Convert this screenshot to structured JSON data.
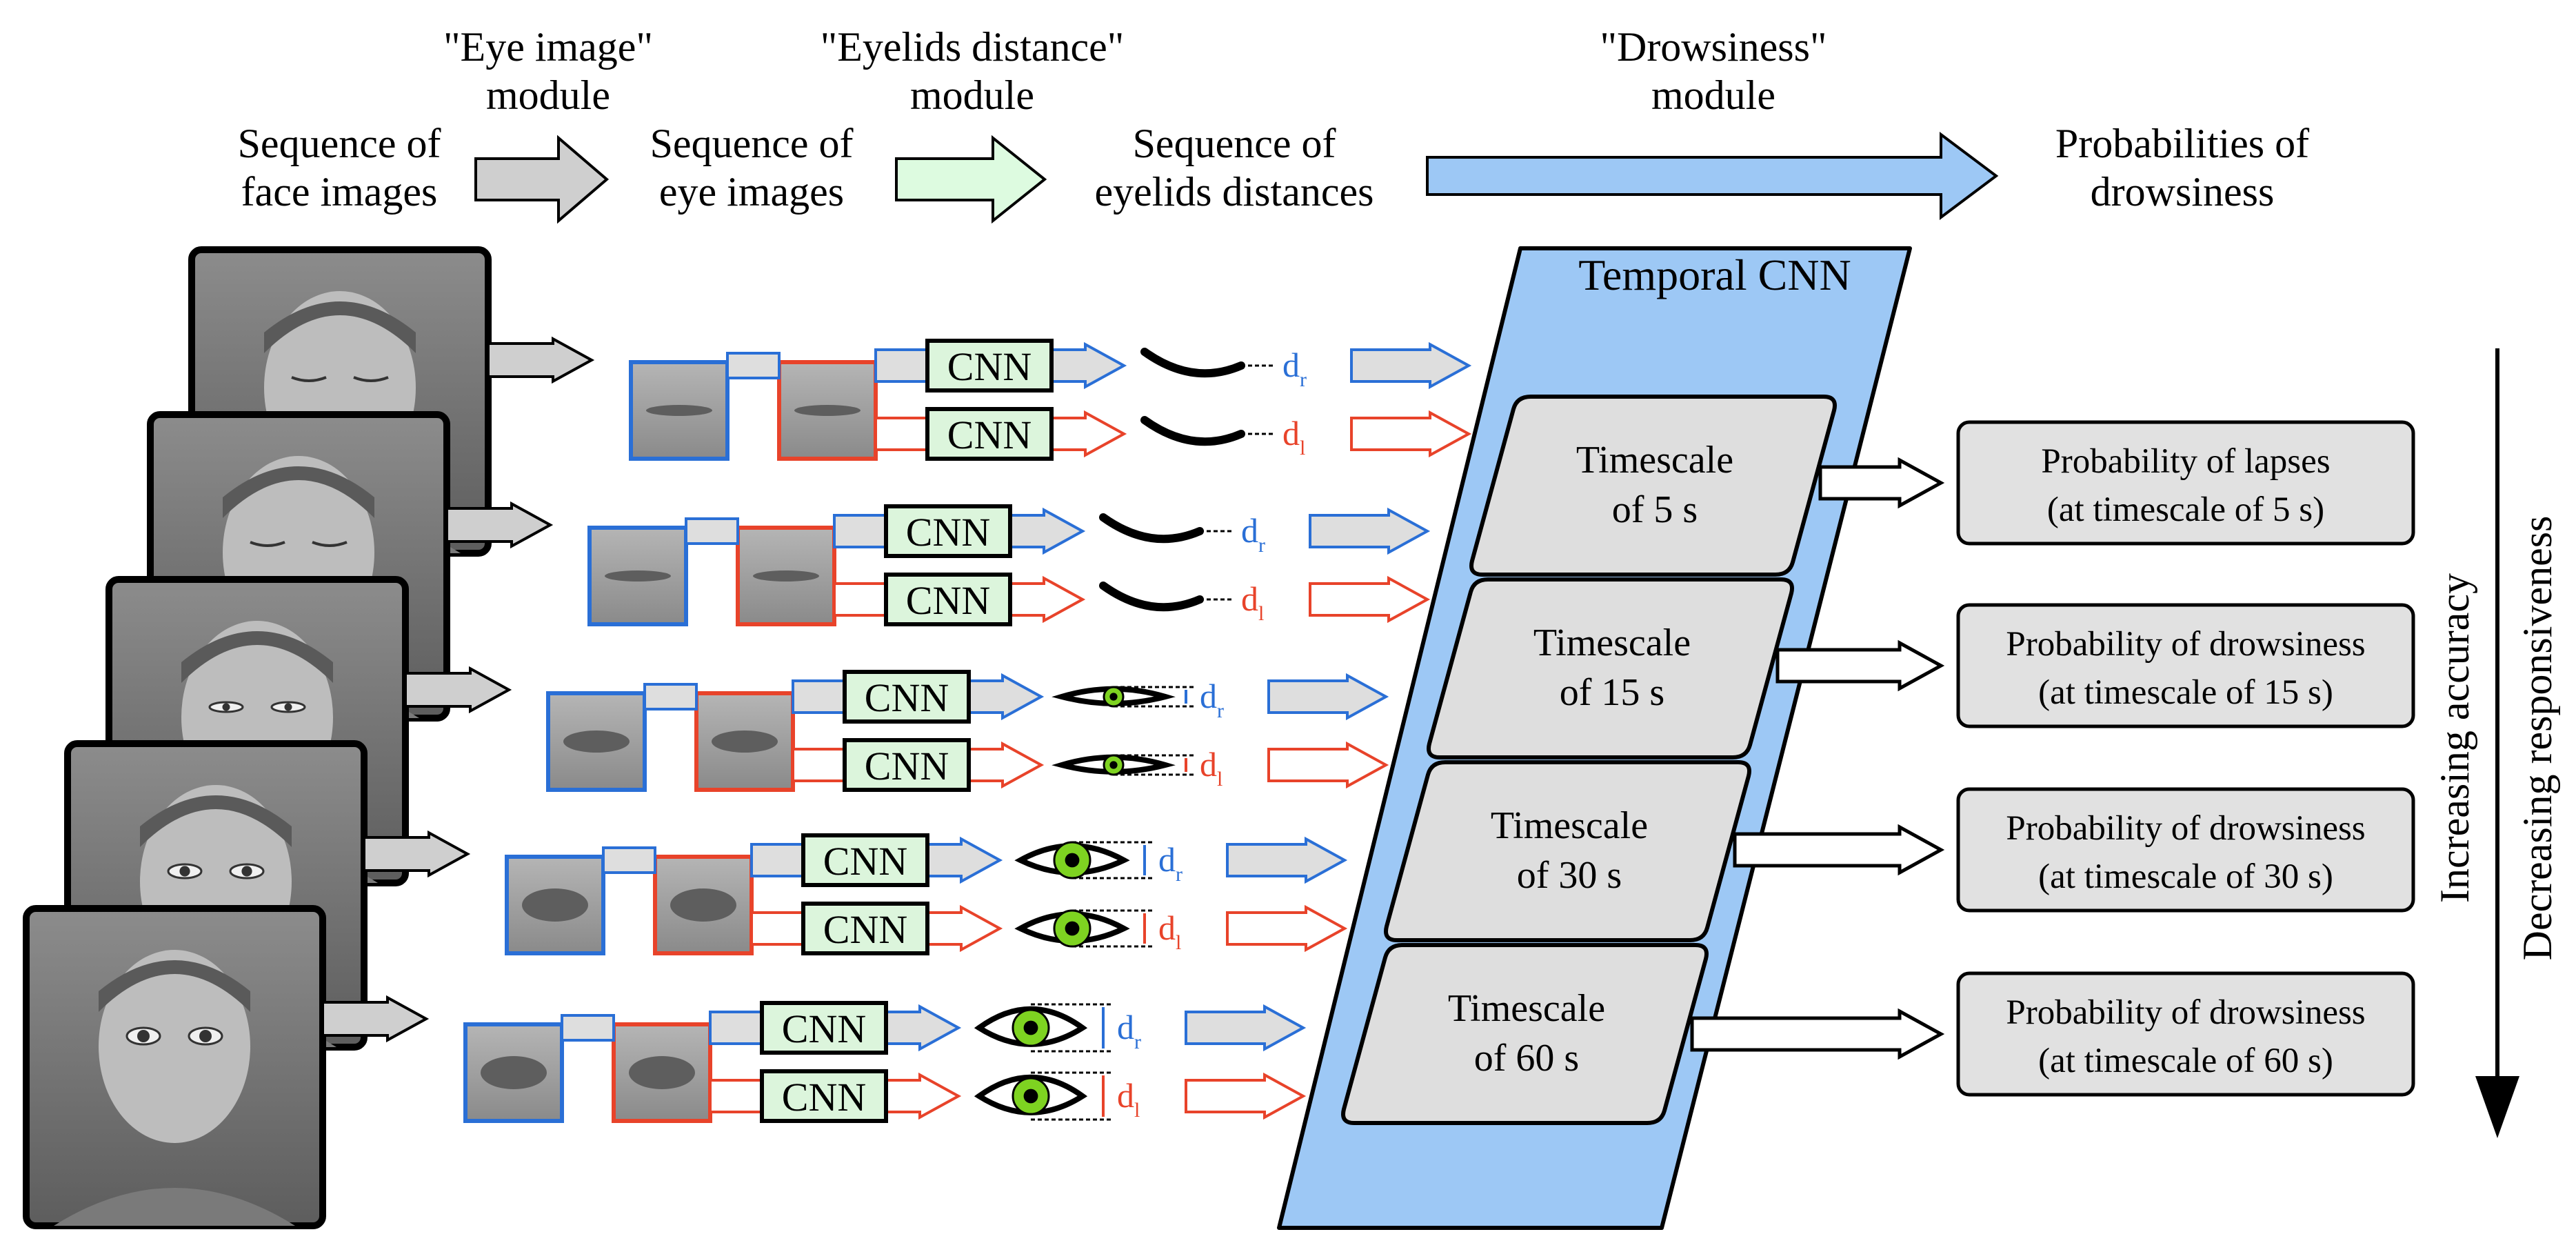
{
  "header": {
    "eye_module": [
      "\"Eye image\"",
      "module"
    ],
    "eyelid_module": [
      "\"Eyelids distance\"",
      "module"
    ],
    "drowsiness_module": [
      "\"Drowsiness\"",
      "module"
    ],
    "face_seq": [
      "Sequence of",
      "face images"
    ],
    "eye_seq": [
      "Sequence of",
      "eye images"
    ],
    "lid_seq": [
      "Sequence of",
      "eyelids distances"
    ],
    "prob_title": [
      "Probabilities of",
      "drowsiness"
    ]
  },
  "cnn_label": "CNN",
  "distance_right": {
    "main": "d",
    "sub": "r"
  },
  "distance_left": {
    "main": "d",
    "sub": "l"
  },
  "temporal_title": "Temporal CNN",
  "timescales": [
    {
      "line1": "Timescale",
      "line2": "of 5 s"
    },
    {
      "line1": "Timescale",
      "line2": "of 15 s"
    },
    {
      "line1": "Timescale",
      "line2": "of 30 s"
    },
    {
      "line1": "Timescale",
      "line2": "of 60 s"
    }
  ],
  "outputs": [
    {
      "line1": "Probability of lapses",
      "line2": "(at timescale of 5 s)"
    },
    {
      "line1": "Probability of drowsiness",
      "line2": "(at timescale of 15 s)"
    },
    {
      "line1": "Probability of drowsiness",
      "line2": "(at timescale of 30 s)"
    },
    {
      "line1": "Probability of drowsiness",
      "line2": "(at timescale of 60 s)"
    }
  ],
  "side_labels": {
    "accuracy": "Increasing accuracy",
    "responsiveness": "Decreasing responsiveness"
  },
  "eye_states": [
    "closed",
    "closed",
    "half-open",
    "open",
    "wide-open"
  ],
  "colors": {
    "right_eye": "#2a6fd6",
    "left_eye": "#e8432a",
    "eye_module_arrow": "#cfcfcf",
    "eyelid_module_arrow": "#ddfbe0",
    "drowsiness_module_arrow": "#9dc8f5",
    "temporal_cnn": "#9dc8f5",
    "cnn_box": "#dcf5dc",
    "timescale_box": "#dedede",
    "output_box": "#e1e1e1",
    "iris": "#7ed321"
  }
}
